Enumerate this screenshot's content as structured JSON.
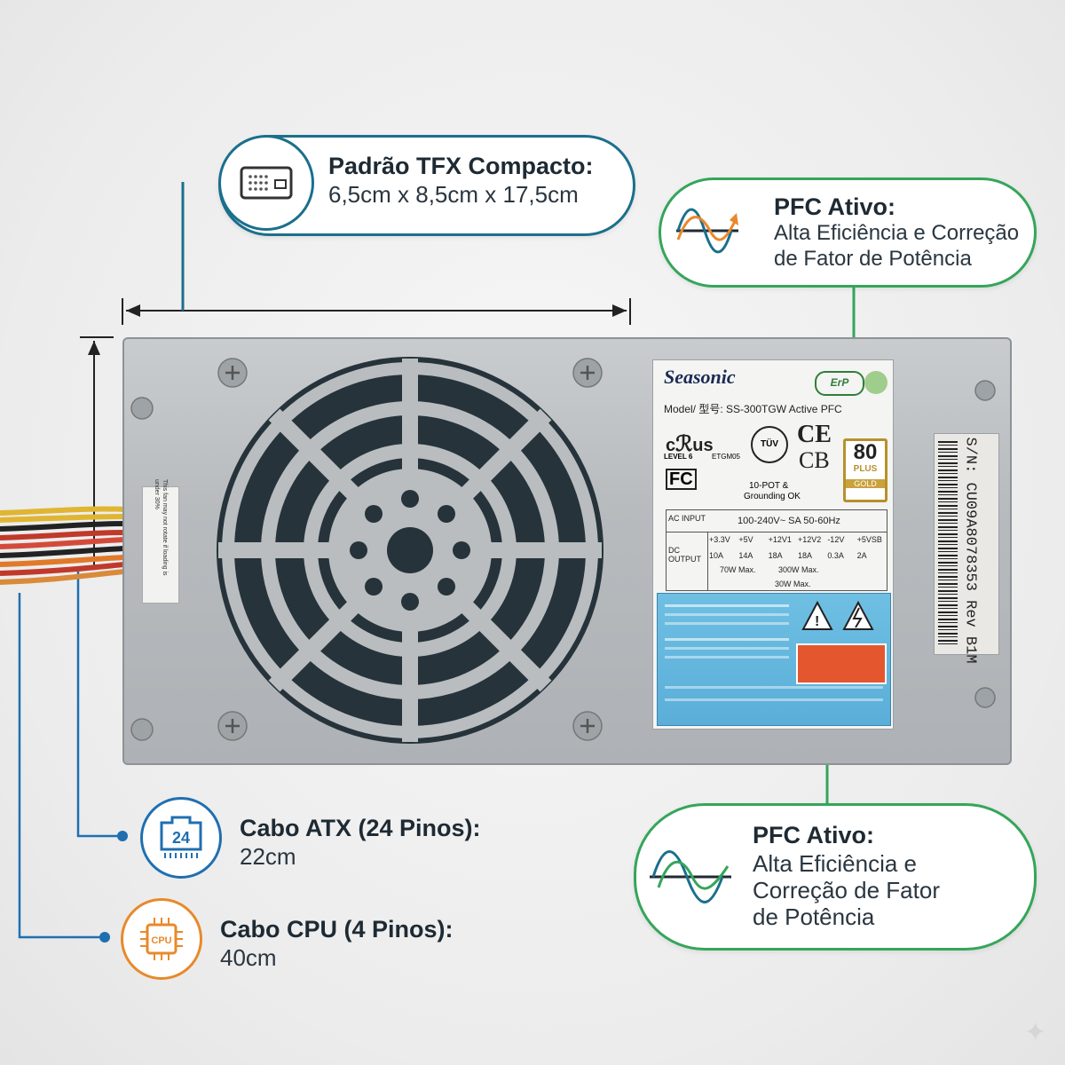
{
  "callouts": {
    "tfx": {
      "title": "Padrão TFX Compacto:",
      "subtitle": "6,5cm x 8,5cm x 17,5cm",
      "icon": "psu-box-icon",
      "color": "#1b6f8c"
    },
    "pfc_top": {
      "title": "PFC Ativo:",
      "line1": "Alta Eficiência e Correção",
      "line2": "de Fator de Potência",
      "icon": "sine-wave-icon",
      "color": "#35a55a"
    },
    "pfc_bottom": {
      "title": "PFC Ativo:",
      "line1": "Alta Eficiência e",
      "line2": "Correção de Fator",
      "line3": "de Potência",
      "icon": "sine-wave-icon",
      "color": "#35a55a"
    },
    "atx": {
      "title": "Cabo ATX (24 Pinos):",
      "subtitle": "22cm",
      "icon_text": "24",
      "icon": "connector-24-icon",
      "color": "#1f6fb0"
    },
    "cpu": {
      "title": "Cabo CPU (4 Pinos):",
      "subtitle": "40cm",
      "icon_text": "CPU",
      "icon": "cpu-chip-icon",
      "color": "#e8892a"
    }
  },
  "psu_label": {
    "brand": "Seasonic",
    "erp": "ErP",
    "model": "Model/ 型号: SS-300TGW  Active PFC",
    "level": "LEVEL 6",
    "etg": "ETGM05",
    "tuv": "TÜV",
    "ce": "CE",
    "cb": "CB",
    "plus80": "80",
    "plus_text": "PLUS",
    "gold": "GOLD",
    "fc": "FC",
    "pot": "10-POT &",
    "grounding": "Grounding OK",
    "ac_input_label": "AC INPUT",
    "ac_input": "100-240V~ SA 50-60Hz",
    "dc_output_label": "DC OUTPUT",
    "rails": [
      "+3.3V",
      "+5V",
      "+12V1",
      "+12V2",
      "-12V",
      "+5VSB"
    ],
    "amps": [
      "10A",
      "14A",
      "18A",
      "18A",
      "0.3A",
      "2A"
    ],
    "watts1": "70W Max.",
    "watts2": "300W Max.",
    "total": "30W Max."
  },
  "serial": "S/N: CU09A8078353 Rev B1M",
  "side_sticker": "This fan may not rotate if loading is under 30%"
}
